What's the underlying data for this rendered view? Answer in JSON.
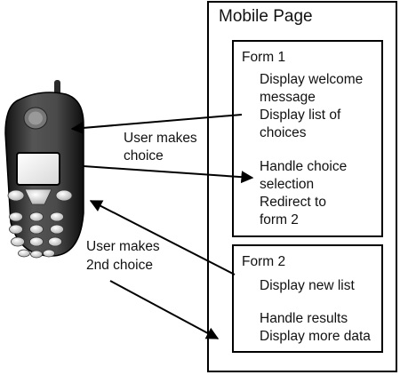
{
  "mobile_page": {
    "title": "Mobile Page",
    "form1": {
      "title": "Form 1",
      "lines": [
        "Display welcome",
        "message",
        "Display list of",
        "choices",
        "Handle choice",
        "selection",
        "Redirect to",
        "form 2"
      ]
    },
    "form2": {
      "title": "Form 2",
      "lines": [
        "Display new list",
        "Handle results",
        "Display more data"
      ]
    }
  },
  "annotations": {
    "first_choice": [
      "User makes",
      "choice"
    ],
    "second_choice": [
      "User makes",
      "2nd choice"
    ]
  },
  "icons": {
    "phone": "mobile-phone-icon"
  },
  "colors": {
    "stroke": "#000000",
    "phone_body": "#3a3a3a",
    "phone_light": "#d9d9d9"
  }
}
